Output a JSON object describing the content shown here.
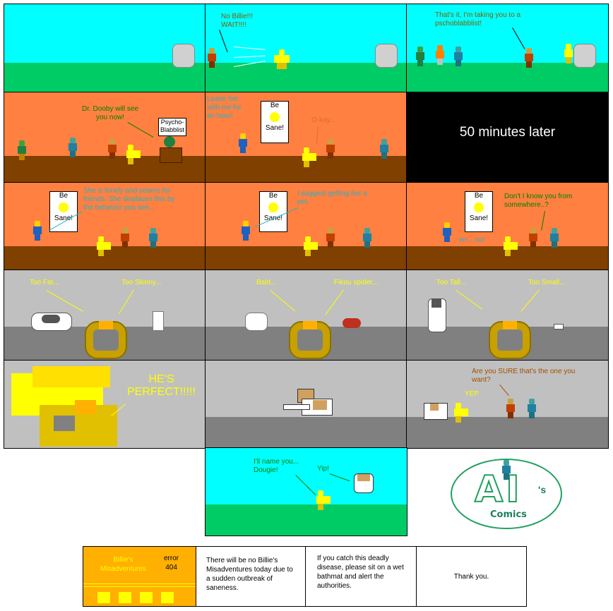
{
  "row1": {
    "p2_speech": "No Billie!!!\nWAIT!!!!",
    "p3_speech": "That's it, I'm taking you to a\npschoblabblist!"
  },
  "row2": {
    "p1_speech": "Dr. Dooby will see\nyou now!",
    "p1_booth": "Psycho-\nBlabblist",
    "p2_speech1": "Leave her\nwith me for\nan hour!",
    "p2_sign": [
      "Be",
      "Sane!"
    ],
    "p2_speech2": "O-kay...",
    "p3_text": "50 minutes later"
  },
  "row3": {
    "p1_sign": [
      "Be",
      "Sane!"
    ],
    "p1_speech": "She is lonely and yearns for\nfriends. She displaces this by\nthe behavior you see...",
    "p2_sign": [
      "Be",
      "Sane!"
    ],
    "p2_speech": "I suggest getting her a\npet.",
    "p3_sign": [
      "Be",
      "Sane!"
    ],
    "p3_speech1": "Don't I know you from\nsomewhere..?",
    "p3_speech2": "err... no!"
  },
  "row4": {
    "p1_left": "Too Fat...",
    "p1_right": "Too Skinny...",
    "p2_left": "Bald...",
    "p2_right": "Fikou spider...",
    "p3_left": "Too Tall...",
    "p3_right": "Too Small..."
  },
  "row5": {
    "p1_speech": "HE'S\nPERFECT!!!!!",
    "p3_speech1": "Are you SURE that's the one you\nwant?",
    "p3_speech2": "YEP"
  },
  "row6": {
    "speech1": "I'll name you...\nDougie!",
    "speech2": "Yip!"
  },
  "logo": {
    "letters": "AI",
    "suffix": "'s",
    "word": "Comics"
  },
  "banner": {
    "title": "Billie's\nMisadventures",
    "error": "error\n404",
    "msg1": "There will be no Billie's Misadventures today due to a sudden outbreak of saneness.",
    "msg2": "If you catch this deadly disease, please sit on a wet bathmat and alert the authorities.",
    "msg3": "Thank you."
  },
  "colors": {
    "sky": "#00ffff",
    "grass": "#00cc66",
    "orange_bg": "#ff8040",
    "dirt": "#804000",
    "gray_bg": "#c0c0c0",
    "road": "#808080",
    "banner_gold": "#ffb000"
  }
}
